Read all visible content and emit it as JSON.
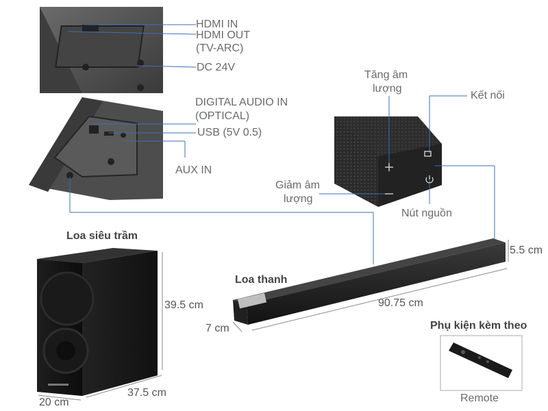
{
  "ports": {
    "hdmi_in": "HDMI IN",
    "hdmi_out": "HDMI OUT",
    "tv_arc": "(TV-ARC)",
    "dc": "DC 24V",
    "digital_audio": "DIGITAL AUDIO IN",
    "optical": "(OPTICAL)",
    "usb": "USB (5V 0.5)",
    "aux": "AUX IN"
  },
  "controls": {
    "vol_up_1": "Tăng âm",
    "vol_up_2": "lượng",
    "vol_down_1": "Giảm âm",
    "vol_down_2": "lượng",
    "connect": "Kết nối",
    "power": "Nút nguồn"
  },
  "subwoofer": {
    "title": "Loa siêu trầm",
    "height": "39.5 cm",
    "width": "20 cm",
    "depth": "37.5 cm"
  },
  "soundbar": {
    "title": "Loa thanh",
    "length": "90.75 cm",
    "depth": "7 cm",
    "height": "5.5 cm"
  },
  "accessories": {
    "title": "Phụ kiện kèm theo",
    "remote": "Remote"
  },
  "colors": {
    "callout_line": "#3b6fb5",
    "device": "#2b2b2b"
  }
}
